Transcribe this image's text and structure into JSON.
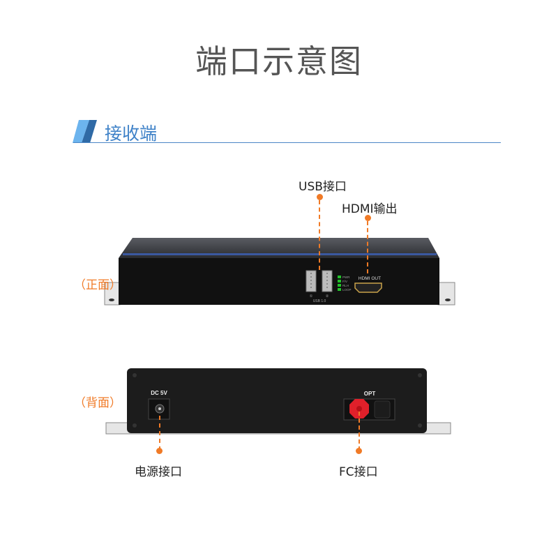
{
  "title": "端口示意图",
  "section": {
    "label": "接收端",
    "accent": "#3f82c8"
  },
  "front": {
    "side_label": "（正面）",
    "usb_callout": "USB接口",
    "hdmi_callout": "HDMI输出",
    "panel": {
      "usb_port_1": "①",
      "usb_port_2": "②",
      "usb_caption": "USB 1.0",
      "leds": [
        "PWR",
        "F/V",
        "RLH",
        "LOOP"
      ],
      "hdmi_caption": "HDMI OUT"
    }
  },
  "back": {
    "side_label": "（背面）",
    "power_callout": "电源接口",
    "fc_callout": "FC接口",
    "panel": {
      "dc_caption": "DC 5V",
      "opt_caption": "OPT"
    }
  },
  "colors": {
    "callout": "#f07a26",
    "led": "#22c22a",
    "opt_cap": "#e0202a",
    "device": "#1a1a1a"
  }
}
